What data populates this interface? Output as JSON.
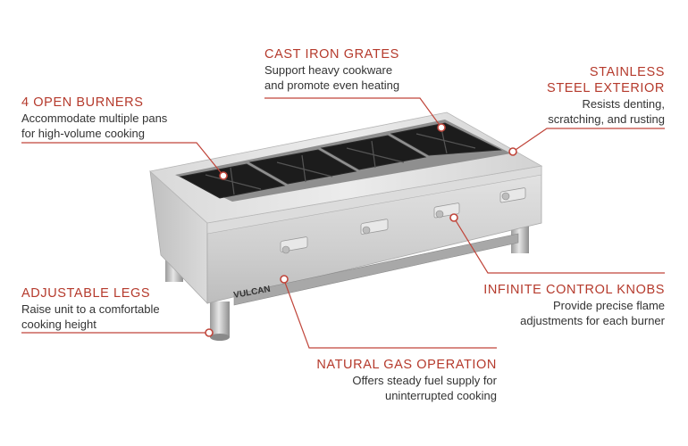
{
  "callouts": {
    "burners": {
      "title": "4 OPEN BURNERS",
      "line1": "Accommodate multiple pans",
      "line2": "for high-volume cooking"
    },
    "grates": {
      "title": "CAST IRON GRATES",
      "line1": "Support heavy cookware",
      "line2": "and promote even heating"
    },
    "exterior": {
      "title1": "STAINLESS",
      "title2": "STEEL EXTERIOR",
      "line1": "Resists denting,",
      "line2": "scratching, and rusting"
    },
    "legs": {
      "title": "ADJUSTABLE LEGS",
      "line1": "Raise unit to a comfortable",
      "line2": "cooking height"
    },
    "knobs": {
      "title": "INFINITE CONTROL KNOBS",
      "line1": "Provide precise flame",
      "line2": "adjustments for each burner"
    },
    "gas": {
      "title": "NATURAL GAS OPERATION",
      "line1": "Offers steady fuel supply for",
      "line2": "uninterrupted cooking"
    }
  },
  "brand": {
    "logo_text": "VULCAN"
  },
  "colors": {
    "accent": "#b53a2c",
    "leader": "#c0453a",
    "steel": "#c9c9c9"
  }
}
